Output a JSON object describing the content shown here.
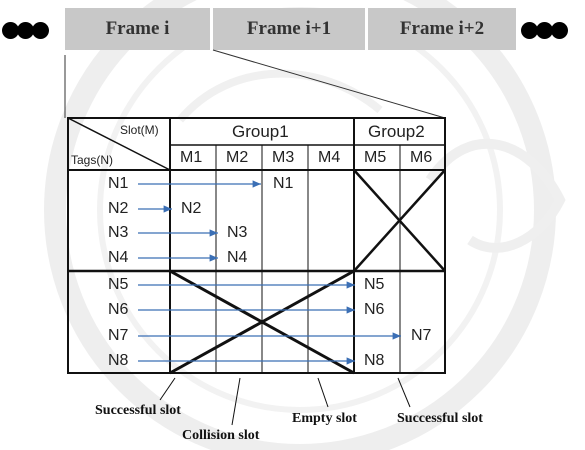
{
  "frames": [
    "Frame i",
    "Frame i+1",
    "Frame i+2"
  ],
  "table": {
    "corner_slot": "Slot(M)",
    "corner_tags": "Tags(N)",
    "groups": [
      "Group1",
      "Group2"
    ],
    "columns": [
      "M1",
      "M2",
      "M3",
      "M4",
      "M5",
      "M6"
    ],
    "tags": [
      "N1",
      "N2",
      "N3",
      "N4",
      "N5",
      "N6",
      "N7",
      "N8"
    ],
    "cells": {
      "m3_n1": "N1",
      "m1_n2": "N2",
      "m2_n3": "N3",
      "m2_n4": "N4",
      "m5_n5": "N5",
      "m5_n6": "N6",
      "m6_n7": "N7",
      "m5_n8": "N8"
    }
  },
  "captions": {
    "successful_left": "Successful slot",
    "collision": "Collision slot",
    "empty": "Empty slot",
    "successful_right": "Successful slot"
  }
}
